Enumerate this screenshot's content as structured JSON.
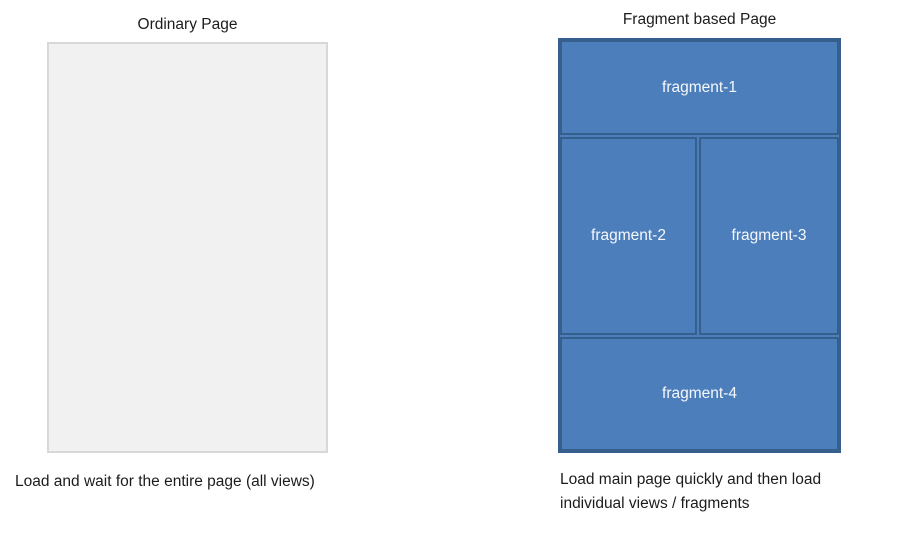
{
  "diagram": {
    "left": {
      "title": "Ordinary Page",
      "caption": "Load and wait for the entire page (all views)"
    },
    "right": {
      "title": "Fragment based Page",
      "fragments": [
        {
          "label": "fragment-1"
        },
        {
          "label": "fragment-2"
        },
        {
          "label": "fragment-3"
        },
        {
          "label": "fragment-4"
        }
      ],
      "caption_lines": [
        "Load main page quickly and then load",
        "individual views / fragments"
      ]
    },
    "colors": {
      "fragment_fill": "#4c7ebb",
      "fragment_border": "#365f8e",
      "fragment_text": "#f5f8fc",
      "ordinary_page_fill": "#f1f1f1",
      "ordinary_page_border": "#d8d8d8",
      "text": "#1c1c1c",
      "background": "#ffffff"
    }
  }
}
